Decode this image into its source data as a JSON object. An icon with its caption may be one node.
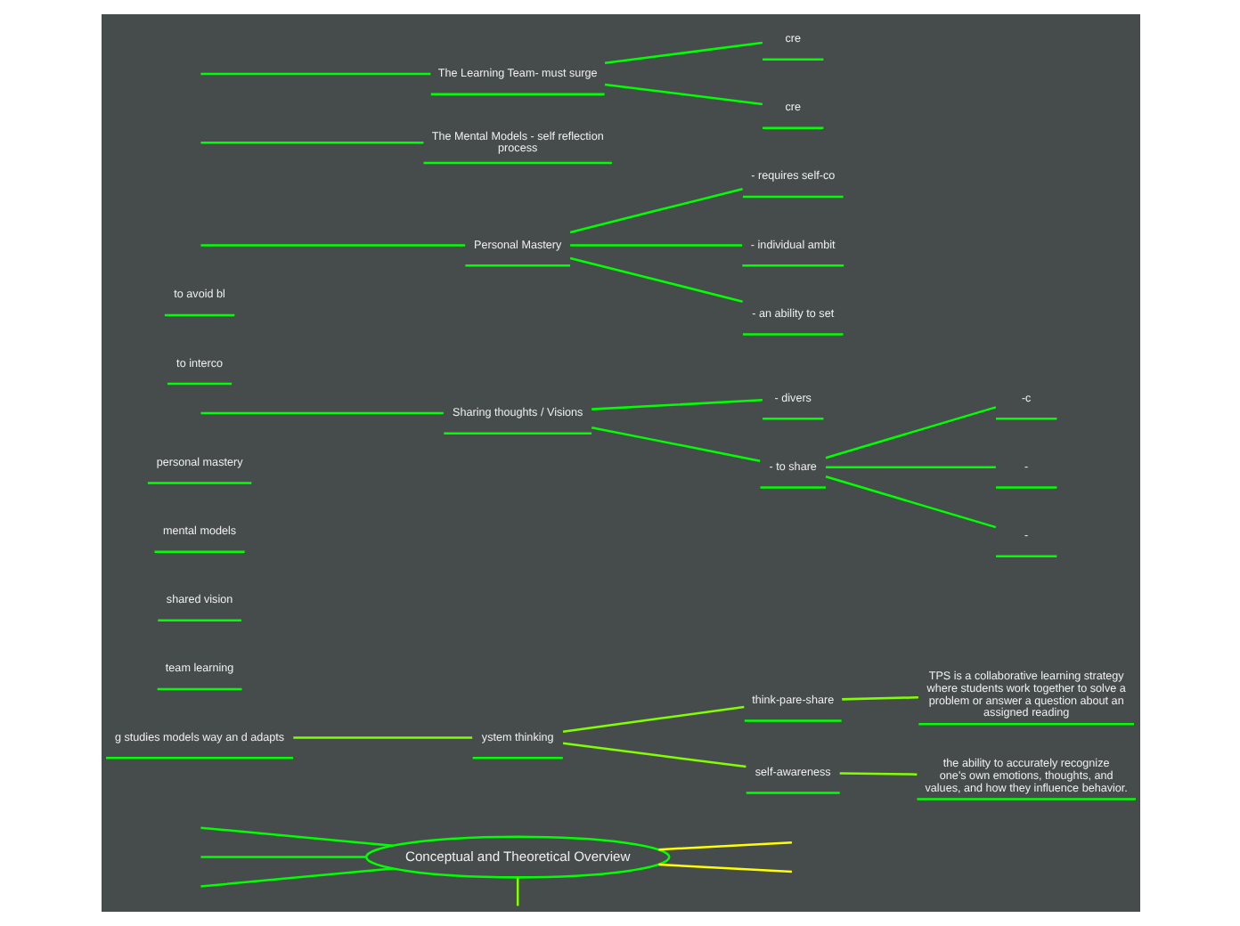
{
  "diagram": {
    "nodes": [
      {
        "text": [
          "Conceptual and Theoretical Overview"
        ]
      },
      {
        "text": [
          "g studies models way an d adapts"
        ]
      },
      {
        "text": [
          "ystem thinking"
        ]
      },
      {
        "text": [
          "think-pare-share"
        ]
      },
      {
        "text": [
          "TPS is a collaborative learning strategy where students work together to solve a problem or answer a question about an assigned reading"
        ]
      },
      {
        "text": [
          "self-awareness"
        ]
      },
      {
        "text": [
          "the ability to accurately recognize one's own emotions, thoughts, and values, and how they influence behavior."
        ]
      },
      {
        "text": [
          "team learning"
        ]
      },
      {
        "text": [
          "shared vision"
        ]
      },
      {
        "text": [
          "mental models"
        ]
      },
      {
        "text": [
          "personal mastery"
        ]
      },
      {
        "text": [
          "Sharing thoughts / Visions"
        ]
      },
      {
        "text": [
          "- divers"
        ]
      },
      {
        "text": [
          "- to share"
        ]
      },
      {
        "text": [
          "-c"
        ]
      },
      {
        "text": [
          "-"
        ]
      },
      {
        "text": [
          "-"
        ]
      },
      {
        "text": [
          "to interco"
        ]
      },
      {
        "text": [
          "to avoid bl"
        ]
      },
      {
        "text": [
          "Personal Mastery"
        ]
      },
      {
        "text": [
          "- requires self-co"
        ]
      },
      {
        "text": [
          "- individual ambit"
        ]
      },
      {
        "text": [
          "- an ability to set"
        ]
      },
      {
        "text": [
          "The Mental Models - self reflection process"
        ]
      },
      {
        "text": [
          "The Learning Team- must surge"
        ]
      },
      {
        "text": [
          "cre"
        ]
      },
      {
        "text": [
          "cre"
        ]
      }
    ],
    "edges": [
      {
        "from": null,
        "to": 0,
        "arrow": "none"
      },
      {
        "from": null,
        "to": 0,
        "arrow": "none"
      },
      {
        "from": null,
        "to": 0,
        "arrow": "none"
      },
      {
        "from": 0,
        "to": null,
        "arrow": "none",
        "color": "#ffff00"
      },
      {
        "from": 0,
        "to": null,
        "arrow": "none",
        "color": "#ffff00"
      },
      {
        "from": 0,
        "to": null,
        "arrow": "none",
        "color": "#80ff00"
      },
      {
        "from": 1,
        "to": 2,
        "arrow": "none",
        "color": "#80ff00"
      },
      {
        "from": 2,
        "to": 3,
        "arrow": "none",
        "color": "#80ff00"
      },
      {
        "from": 3,
        "to": 4,
        "arrow": "none",
        "color": "#80ff00"
      },
      {
        "from": 2,
        "to": 5,
        "arrow": "none",
        "color": "#80ff00"
      },
      {
        "from": 5,
        "to": 6,
        "arrow": "none",
        "color": "#80ff00"
      },
      {
        "from": null,
        "to": 11,
        "arrow": "none"
      },
      {
        "from": 11,
        "to": 12,
        "arrow": "none"
      },
      {
        "from": 11,
        "to": 13,
        "arrow": "none"
      },
      {
        "from": 13,
        "to": 14,
        "arrow": "none"
      },
      {
        "from": 13,
        "to": 15,
        "arrow": "none"
      },
      {
        "from": 13,
        "to": 16,
        "arrow": "none"
      },
      {
        "from": null,
        "to": 19,
        "arrow": "none"
      },
      {
        "from": 19,
        "to": 20,
        "arrow": "none"
      },
      {
        "from": 19,
        "to": 21,
        "arrow": "none"
      },
      {
        "from": 19,
        "to": 22,
        "arrow": "none"
      },
      {
        "from": null,
        "to": 23,
        "arrow": "none"
      },
      {
        "from": null,
        "to": 24,
        "arrow": "none"
      },
      {
        "from": 24,
        "to": 25,
        "arrow": "none"
      },
      {
        "from": 24,
        "to": 26,
        "arrow": "none"
      }
    ]
  }
}
